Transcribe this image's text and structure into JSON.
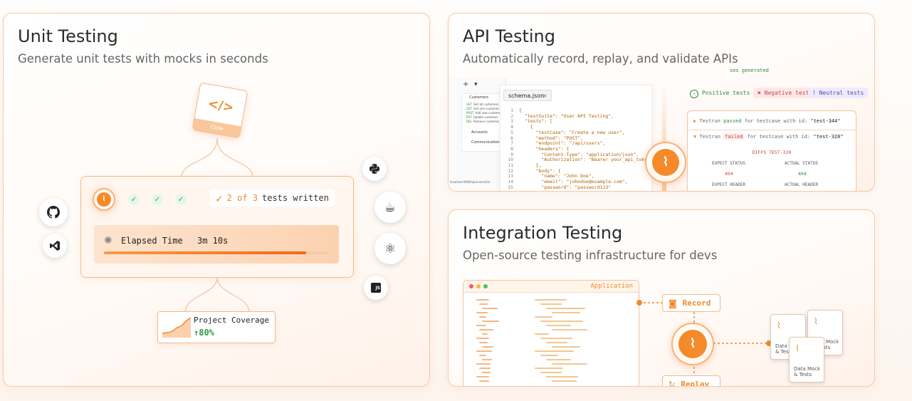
{
  "unit": {
    "title": "Unit Testing",
    "subtitle": "Generate unit tests with mocks in seconds",
    "code_box_label": "Code",
    "status": {
      "written": "2 of 3",
      "tests_label": "tests written"
    },
    "elapsed": {
      "label": "Elapsed Time",
      "value": "3m 10s",
      "progress": 0.9
    },
    "coverage": {
      "label": "Project Coverage",
      "value": "↑80%"
    },
    "badges": {
      "js": "JS"
    }
  },
  "api": {
    "title": "API Testing",
    "subtitle": "Automatically record, replay, and validate APIs",
    "sidebar": {
      "plus": "+",
      "caret": "▼",
      "customers": "Customers",
      "accounts": "Accounts",
      "communications": "Communications",
      "methods": [
        {
          "m": "GET",
          "t": "Get all customers"
        },
        {
          "m": "GET",
          "t": "Get one customer"
        },
        {
          "m": "POST",
          "t": "Add new customer"
        },
        {
          "m": "PUT",
          "t": "Update customer"
        },
        {
          "m": "DEL",
          "t": "Remove customer"
        }
      ]
    },
    "tab": "schema.json",
    "close": "×",
    "url": "localhost:8080/api/users/list",
    "code": [
      {
        "n": "1",
        "t": "{"
      },
      {
        "n": "2",
        "t": "  \"testSuite\": \"User API Testing\","
      },
      {
        "n": "3",
        "t": "  \"tests\": ["
      },
      {
        "n": "4",
        "t": "    {"
      },
      {
        "n": "5",
        "t": "      \"testCase\": \"Create a new user\","
      },
      {
        "n": "6",
        "t": "      \"method\": \"POST\","
      },
      {
        "n": "7",
        "t": "      \"endpoint\": \"/api/users\","
      },
      {
        "n": "8",
        "t": "      \"headers\": {"
      },
      {
        "n": "9",
        "t": "        \"Content-Type\": \"application/json\","
      },
      {
        "n": "10",
        "t": "        \"Authorization\": \"Bearer your_api_token\""
      },
      {
        "n": "11",
        "t": "      },"
      },
      {
        "n": "12",
        "t": "      \"body\": {"
      },
      {
        "n": "13",
        "t": "        \"name\": \"John Doe\","
      },
      {
        "n": "14",
        "t": "        \"email\": \"johndoe@example.com\","
      },
      {
        "n": "15",
        "t": "        \"password\": \"password123\""
      }
    ],
    "generated": "ses generated",
    "positive": "Positive tests",
    "negative": "Negative tests",
    "neutral": "Neutral tests",
    "run1": {
      "pre": "Testrun",
      "state": "passed",
      "post": "for testcase with id:",
      "id": "\"test-344\""
    },
    "run2": {
      "pre": "Testrun",
      "state": "failed",
      "post": "for testcase with id:",
      "id": "\"test-320\""
    },
    "diffs": "DIFFS TEST-320",
    "expect_status": "EXPECT STATUS",
    "actual_status": "ACTUAL STATUS",
    "expect_val": "404",
    "actual_val": "404",
    "expect_header": "EXPECT HEADER",
    "actual_header": "ACTUAL HEADER"
  },
  "integration": {
    "title": "Integration Testing",
    "subtitle": "Open-source testing infrastructure for devs",
    "app_label": "Application",
    "record": "Record",
    "replay": "Replay",
    "docs": [
      "Data Mock & Tests",
      "Data Mock & Tests",
      "Data Mock & Tests"
    ]
  },
  "colors": {
    "accent": "#f58a2a",
    "border": "#f6c9a8",
    "green": "#36a15a",
    "red": "#e04545"
  }
}
